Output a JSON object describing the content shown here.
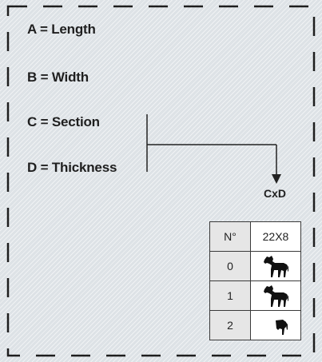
{
  "definitions": [
    {
      "text": "A = Length"
    },
    {
      "text": "B = Width"
    },
    {
      "text": "C = Section"
    },
    {
      "text": "D = Thickness"
    }
  ],
  "formula_label": "CxD",
  "table": {
    "header": {
      "number": "N°",
      "value": "22X8"
    },
    "rows": [
      {
        "number": "0",
        "icon": "full-horse-icon"
      },
      {
        "number": "1",
        "icon": "full-horse-icon"
      },
      {
        "number": "2",
        "icon": "horse-hindquarter-icon"
      }
    ]
  },
  "colors": {
    "background": "#dde2e6",
    "line": "#222222",
    "number_cell": "#e6e6e6"
  }
}
